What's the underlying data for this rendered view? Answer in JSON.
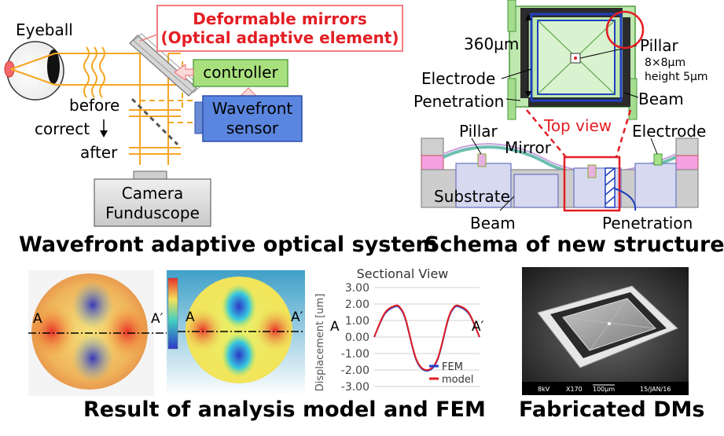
{
  "optical": {
    "eyeball": "Eyeball",
    "before": "before",
    "correct": "correct",
    "after": "after",
    "dm_title_1": "Deformable mirrors",
    "dm_title_2": "(Optical adaptive element)",
    "controller": "controller",
    "wavefront_1": "Wavefront",
    "wavefront_2": "sensor",
    "camera_1": "Camera",
    "camera_2": "Funduscope",
    "caption": "Wavefront adaptive optical system"
  },
  "schema": {
    "dim": "360μm",
    "pillar_top": "Pillar",
    "pillar_size": "8×8μm",
    "pillar_height": "height 5μm",
    "electrode_1": "Electrode",
    "penetration_1": "Penetration",
    "beam_top": "Beam",
    "top_view": "Top view",
    "pillar_side": "Pillar",
    "mirror": "Mirror",
    "electrode_side": "Electrode",
    "substrate": "Substrate",
    "beam_side": "Beam",
    "penetration_side": "Penetration",
    "caption": "Schema of new structure"
  },
  "analysis": {
    "a_left_1": "A",
    "a_right_1": "A′",
    "a_left_2": "A",
    "a_right_2": "A′",
    "a_left_3": "A",
    "a_right_3": "A′",
    "chart_title": "Sectional View",
    "ylabel": "Displacement [um]",
    "caption": "Result of analysis model and FEM"
  },
  "sem": {
    "kv": "8kV",
    "mag": "X170",
    "scale": "100μm",
    "date": "15/JAN/16",
    "caption": "Fabricated DMs"
  },
  "colors": {
    "beam": "#f5a623",
    "blue": "#1f3fbf",
    "red": "#e31e24",
    "green": "#8fd37a",
    "sensor": "#4a78d6"
  },
  "chart_data": {
    "type": "line",
    "title": "Sectional View",
    "xlabel": "",
    "ylabel": "Displacement [um]",
    "x_tick_labels": [
      "A",
      "A'"
    ],
    "yticks": [
      "3.00",
      "2.00",
      "1.00",
      "0.00",
      "-1.00",
      "-2.00",
      "-3.00"
    ],
    "ylim": [
      -3,
      3
    ],
    "grid": true,
    "legend": "bottom-right",
    "x": [
      0,
      0.1,
      0.2,
      0.25,
      0.3,
      0.4,
      0.5,
      0.6,
      0.7,
      0.75,
      0.8,
      0.9,
      1.0
    ],
    "series": [
      {
        "name": "FEM",
        "color": "#1f3fd0",
        "values": [
          0.0,
          1.4,
          1.85,
          1.7,
          1.0,
          -1.4,
          -2.05,
          -1.4,
          1.0,
          1.7,
          1.85,
          1.4,
          0.0
        ]
      },
      {
        "name": "model",
        "color": "#e31e24",
        "values": [
          0.0,
          1.45,
          1.9,
          1.75,
          1.05,
          -1.35,
          -2.0,
          -1.35,
          1.05,
          1.75,
          1.9,
          1.45,
          0.0
        ]
      }
    ]
  }
}
